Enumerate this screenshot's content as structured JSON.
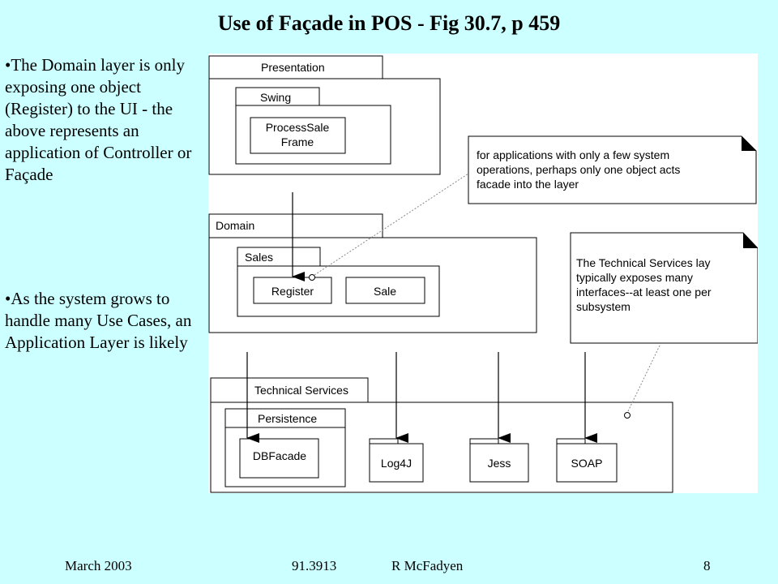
{
  "slide": {
    "title": "Use of Façade in POS - Fig 30.7, p 459",
    "bullets": [
      "•The Domain layer is only exposing one object (Register) to the UI - the above represents an application of Controller or Façade",
      "•As the system grows to handle many Use Cases, an Application Layer is likely"
    ],
    "footer": {
      "date": "March 2003",
      "course": "91.3913",
      "author": "R McFadyen",
      "page": "8"
    }
  },
  "diagram": {
    "packages": {
      "presentation": "Presentation",
      "swing": "Swing",
      "process_sale_frame": [
        "ProcessSale",
        "Frame"
      ],
      "domain": "Domain",
      "sales": "Sales",
      "register": "Register",
      "sale": "Sale",
      "technical_services": "Technical Services",
      "persistence": "Persistence",
      "db_facade": "DBFacade",
      "log4j": "Log4J",
      "jess": "Jess",
      "soap": "SOAP"
    },
    "notes": {
      "facade_note": [
        "for applications with only a few system",
        "operations, perhaps only one object acts",
        "facade into the layer"
      ],
      "tech_note": [
        "The Technical Services lay",
        "typically exposes many",
        "interfaces--at least one per",
        "subsystem"
      ]
    }
  }
}
